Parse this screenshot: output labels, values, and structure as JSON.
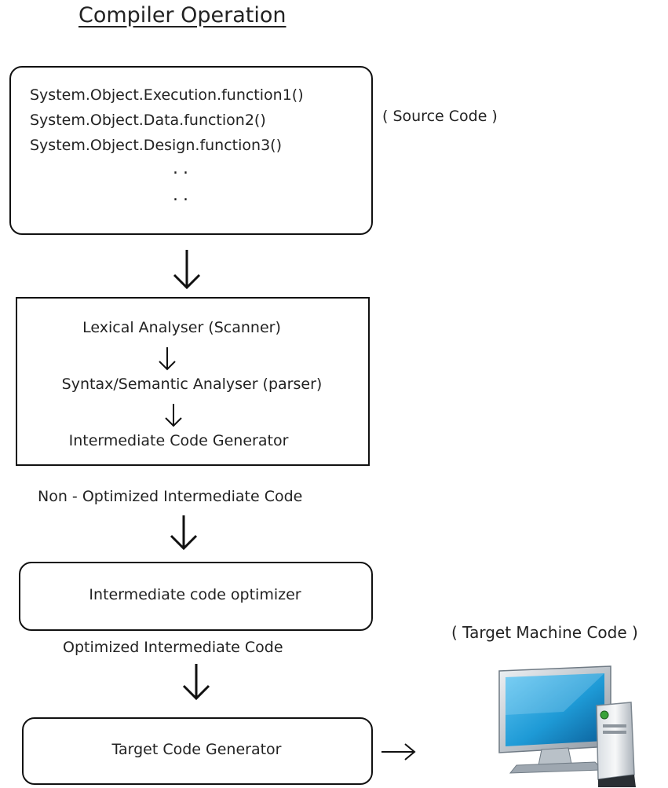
{
  "title": "Compiler Operation",
  "source_box": {
    "lines": [
      "System.Object.Execution.function1()",
      "System.Object.Data.function2()",
      "System.Object.Design.function3()"
    ],
    "ellipsis_1": "..",
    "ellipsis_2": ".."
  },
  "source_label": "( Source Code )",
  "analysis_box": {
    "step1": "Lexical Analyser (Scanner)",
    "step2": "Syntax/Semantic Analyser (parser)",
    "step3": "Intermediate Code Generator"
  },
  "non_optimized_label": "Non - Optimized Intermediate Code",
  "optimizer_box": {
    "label": "Intermediate code optimizer"
  },
  "optimized_label": "Optimized Intermediate Code",
  "generator_box": {
    "label": "Target Code Generator"
  },
  "target_label": "( Target Machine Code )",
  "icons": {
    "computer": "desktop-computer-icon"
  },
  "colors": {
    "line": "#111111",
    "text": "#222222",
    "monitor_frame": "#9aa4ae",
    "screen": "#1e9ad6"
  }
}
